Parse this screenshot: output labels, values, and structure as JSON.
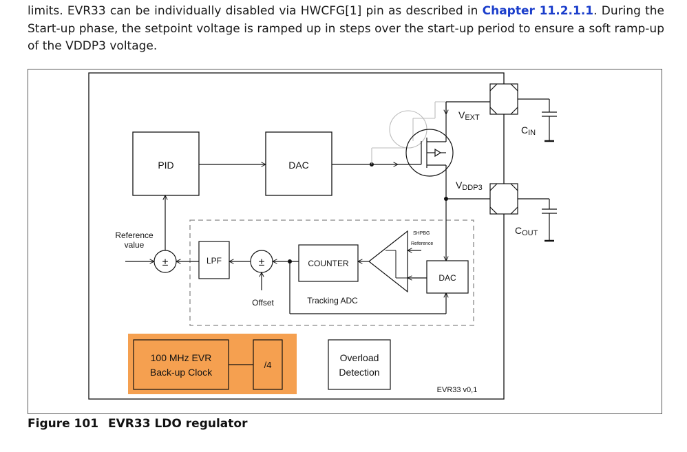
{
  "paragraph": {
    "before_link": "limits. EVR33 can be individually disabled via HWCFG[1] pin as described in ",
    "link": "Chapter 11.2.1.1",
    "after_link": ". During the Start-up phase, the setpoint voltage is ramped up in steps over the start-up period to ensure a soft ramp-up of the VDDP3 voltage."
  },
  "figure": {
    "caption_number": "Figure 101",
    "caption_title": "EVR33 LDO regulator",
    "blocks": {
      "pid": "PID",
      "dac_top": "DAC",
      "lpf": "LPF",
      "counter": "COUNTER",
      "dac_inner": "DAC",
      "clock_line1": "100 MHz EVR",
      "clock_line2": "Back-up Clock",
      "divider": "/4",
      "overload_line1": "Overload",
      "overload_line2": "Detection"
    },
    "labels": {
      "reference_line1": "Reference",
      "reference_line2": "value",
      "offset": "Offset",
      "tracking_adc": "Tracking ADC",
      "shpbg": "SHPBG",
      "shpbg_reference": "Reference",
      "version": "EVR33 v0,1",
      "plus_minus": "±",
      "vext_main": "V",
      "vext_sub": "EXT",
      "vddp3_main": "V",
      "vddp3_sub": "DDP3",
      "cin_main": "C",
      "cin_sub": "IN",
      "cout_main": "C",
      "cout_sub": "OUT"
    },
    "colors": {
      "clock_highlight": "#f5a050",
      "link": "#1b3ecb"
    }
  }
}
